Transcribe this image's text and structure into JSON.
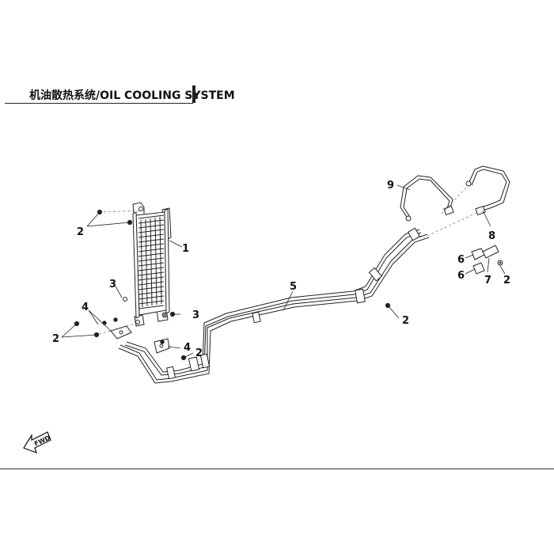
{
  "title": "机油散热系统/OIL COOLING SYSTEM",
  "fwd_label": "FWD",
  "callouts": [
    "1",
    "2",
    "3",
    "4",
    "5",
    "6",
    "7",
    "8",
    "9"
  ]
}
